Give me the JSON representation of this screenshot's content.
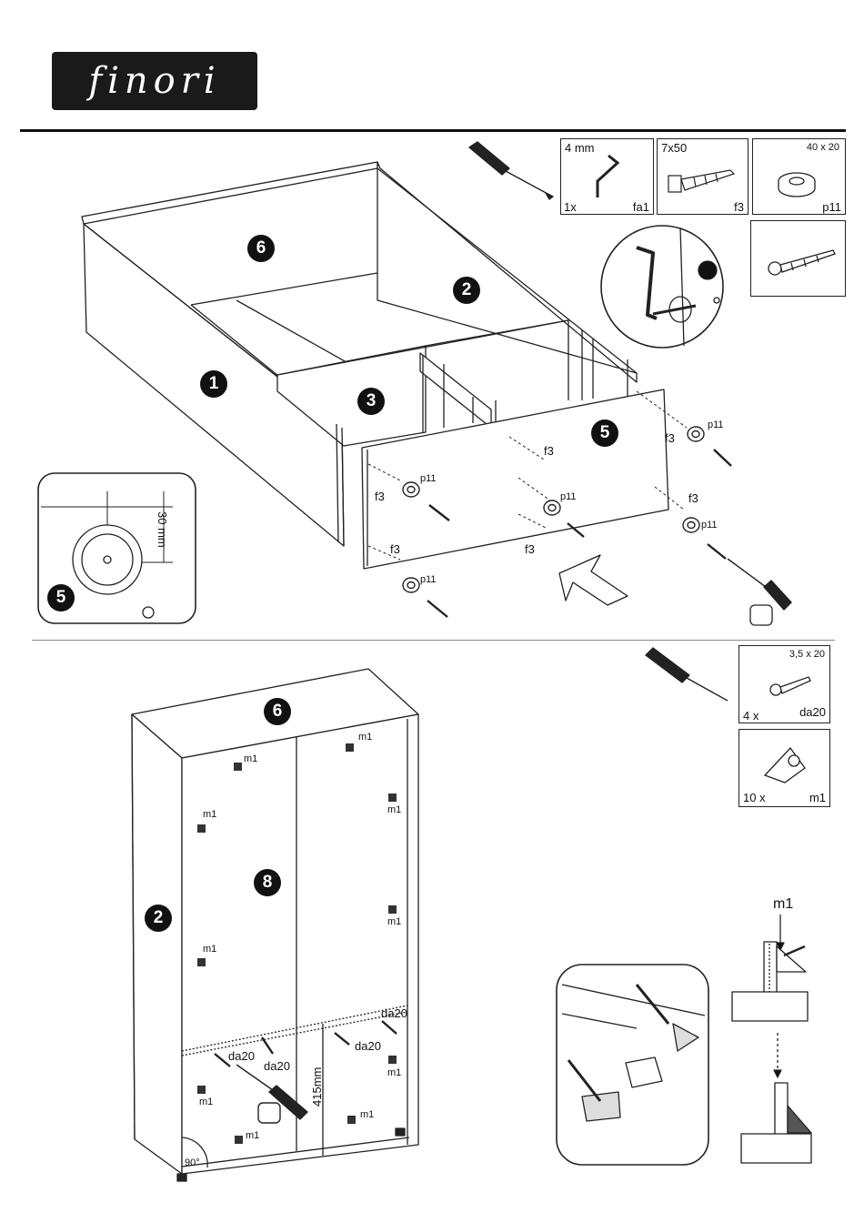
{
  "brand": {
    "logo_text": "finori"
  },
  "step1": {
    "panel_numbers": {
      "top": "6",
      "side_right": "2",
      "side_left": "1",
      "shelf": "3",
      "back": "5"
    },
    "hardware": [
      {
        "size": "4 mm",
        "qty": "1x",
        "code": "fa1"
      },
      {
        "size": "7x50",
        "qty": "",
        "code": "f3"
      },
      {
        "size": "40 x 20",
        "qty": "",
        "code": "p11"
      },
      {
        "size": "",
        "qty": "",
        "code": ""
      }
    ],
    "callouts": {
      "f3": "f3",
      "p11": "p11"
    },
    "detail": {
      "panel": "5",
      "dimension": "30 mm"
    }
  },
  "step2": {
    "panel_numbers": {
      "top": "6",
      "side": "2",
      "back": "8"
    },
    "hardware": [
      {
        "size": "3,5 x 20",
        "qty": "4 x",
        "code": "da20"
      },
      {
        "size": "",
        "qty": "10 x",
        "code": "m1"
      }
    ],
    "callouts": {
      "m1": "m1",
      "da20": "da20",
      "height": "415mm",
      "angle": "90°"
    },
    "detail_label": "m1"
  }
}
